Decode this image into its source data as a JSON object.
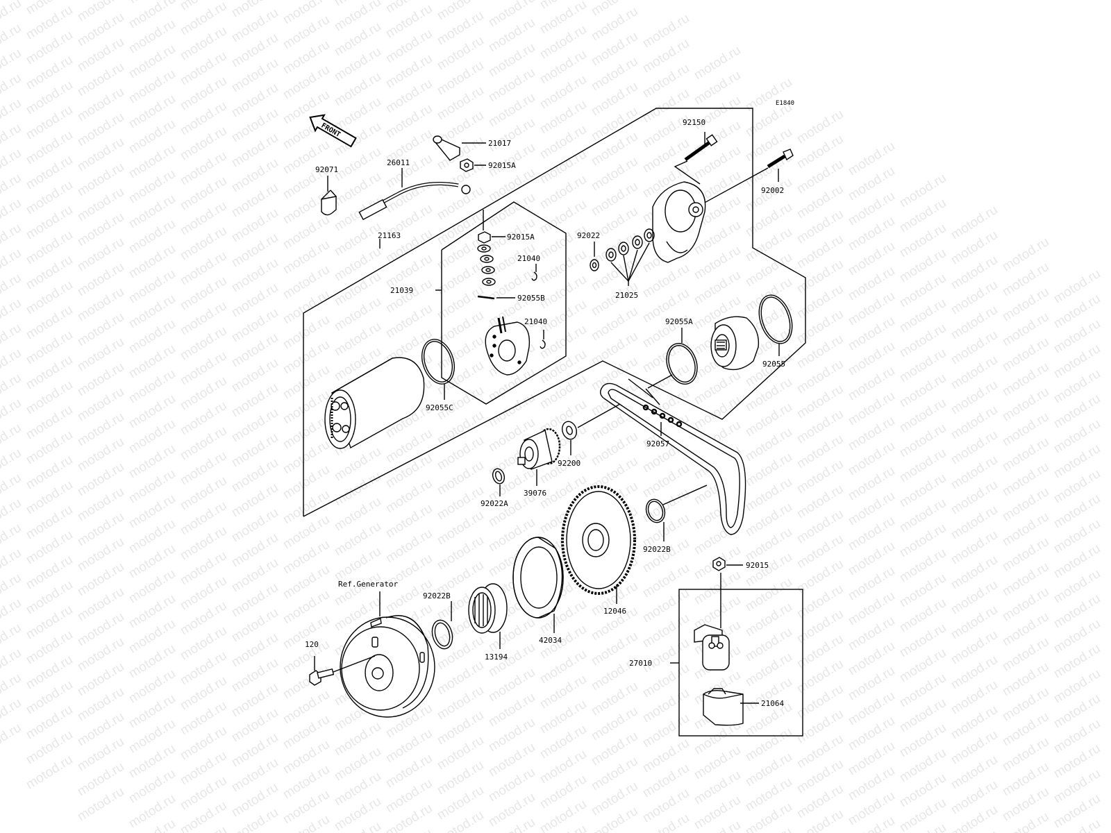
{
  "watermark": "motod.ru",
  "figure_code": "E1840",
  "front_arrow": "FRONT",
  "parts": {
    "p92071": "92071",
    "p26011": "26011",
    "p21017": "21017",
    "p92015A_top": "92015A",
    "p92150": "92150",
    "p92002": "92002",
    "p21163": "21163",
    "p92015A": "92015A",
    "p21040_a": "21040",
    "p92022": "92022",
    "p21039": "21039",
    "p92055B": "92055B",
    "p21025": "21025",
    "p21040_b": "21040",
    "p92055A": "92055A",
    "p92055": "92055",
    "p92055C": "92055C",
    "p92057": "92057",
    "p92200": "92200",
    "p39076": "39076",
    "p92022A": "92022A",
    "p92022B_r": "92022B",
    "p92015": "92015",
    "ref_generator": "Ref.Generator",
    "p92022B_l": "92022B",
    "p12046": "12046",
    "p120": "120",
    "p42034": "42034",
    "p13194": "13194",
    "p27010": "27010",
    "p21064": "21064"
  }
}
